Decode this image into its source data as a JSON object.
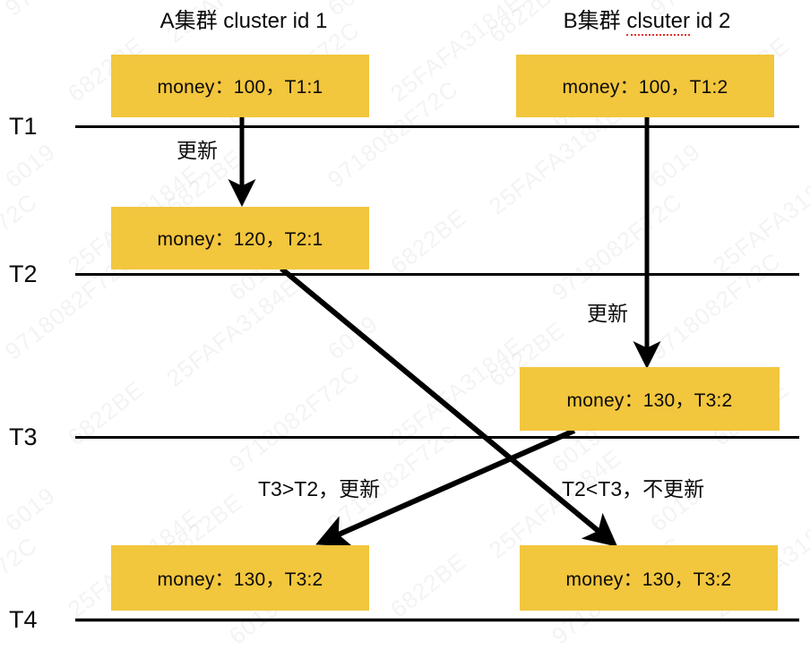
{
  "diagram": {
    "title_a": {
      "prefix": "A集群 cluster id 1"
    },
    "title_b": {
      "before": "B集群 ",
      "misspelled": "clsuter",
      "after": " id 2"
    },
    "timeline_labels": [
      "T1",
      "T2",
      "T3",
      "T4"
    ],
    "colors": {
      "node_fill": "#f2c63d",
      "line": "#000000",
      "text": "#0a0a0a",
      "spellcheck_underline": "#e2342a",
      "background": "#ffffff"
    },
    "nodes": [
      {
        "id": "a-t1",
        "label": "money：100，T1:1"
      },
      {
        "id": "b-t1",
        "label": "money：100，T1:2"
      },
      {
        "id": "a-t2",
        "label": "money：120，T2:1"
      },
      {
        "id": "b-t3",
        "label": "money：130，T3:2"
      },
      {
        "id": "a-t4",
        "label": "money：130，T3:2"
      },
      {
        "id": "b-t4",
        "label": "money：130，T3:2"
      }
    ],
    "edge_labels": [
      {
        "id": "a-update",
        "text": "更新"
      },
      {
        "id": "b-update",
        "text": "更新"
      },
      {
        "id": "left-rule",
        "text": "T3>T2，更新"
      },
      {
        "id": "right-rule",
        "text": "T2<T3，不更新"
      }
    ],
    "watermark_text": "9718082F72C 25FAFA3184E 6019 6822BE"
  }
}
